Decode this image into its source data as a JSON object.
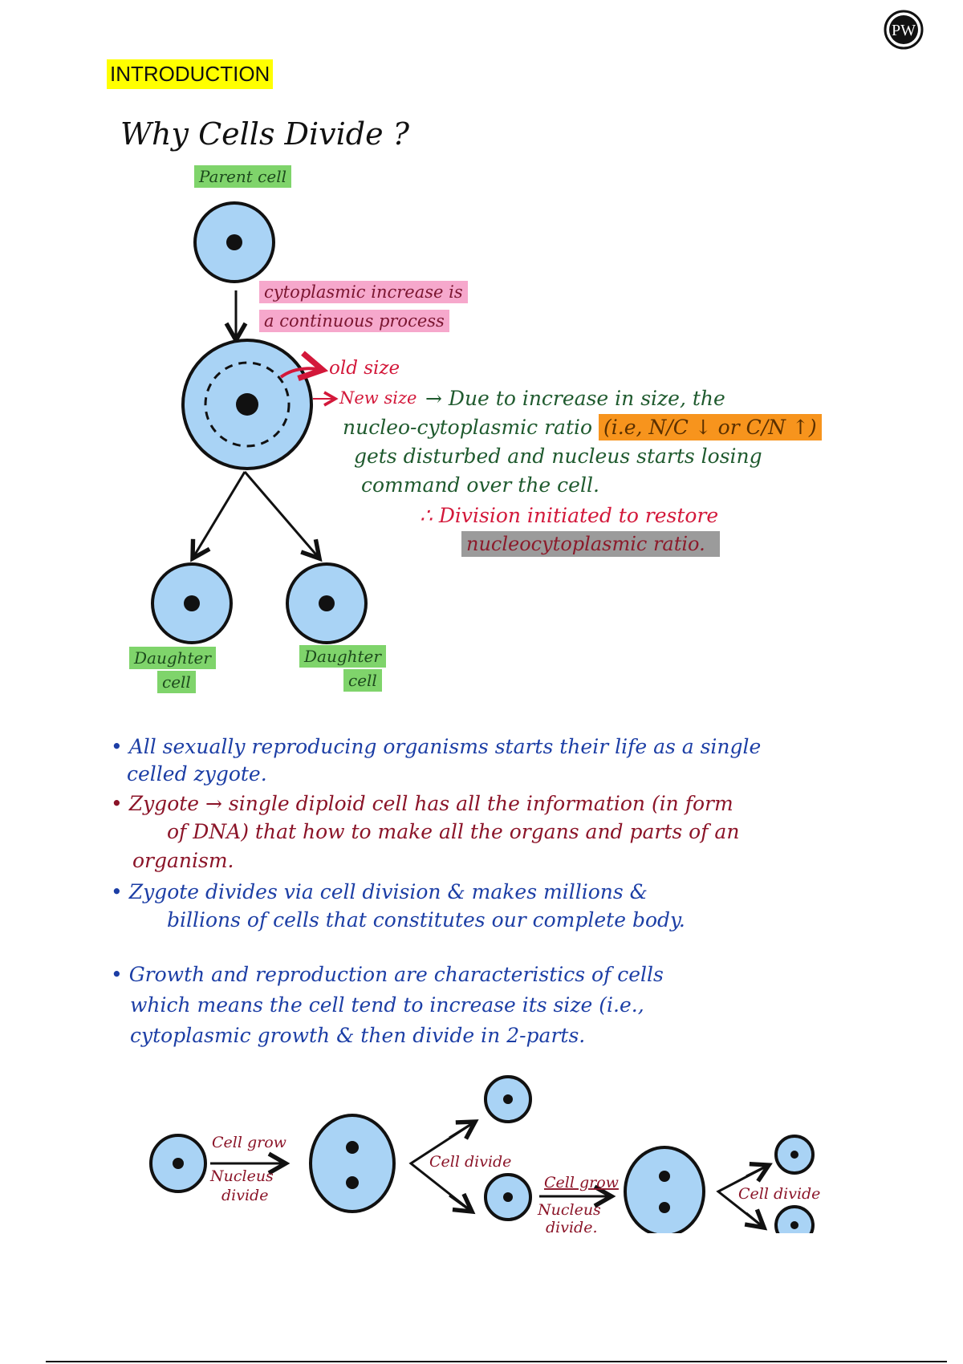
{
  "logo": {
    "text": "PW"
  },
  "section_title": "INTRODUCTION",
  "heading": "Why Cells Divide ?",
  "diagram": {
    "parent_label": "Parent cell",
    "cytoplasm_note": [
      "cytoplasmic increase is",
      "a continuous process"
    ],
    "old_size": "old size",
    "new_size": "New size",
    "explanation_first": "→ Due to increase in size, the",
    "explanation_line2": "nucleo-cytoplasmic ratio",
    "ratio_highlight": "(i.e, N/C ↓ or C/N ↑)",
    "explanation_line3": "gets disturbed and nucleus starts losing",
    "explanation_line4": "command over the cell.",
    "conclusion_line1": "∴ Division initiated to restore",
    "conclusion_line2": "nucleocytoplasmic ratio.",
    "daughter_left": [
      "Daughter",
      "cell"
    ],
    "daughter_right": [
      "Daughter",
      "cell"
    ]
  },
  "bullets": [
    {
      "color": "#1c3ea5",
      "lines": [
        "• All sexually reproducing organisms starts their life as a single",
        "celled zygote."
      ]
    },
    {
      "color": "#8b1428",
      "lines": [
        "• Zygote → single diploid cell has all the information (in form",
        "of DNA) that how to make all the organs and parts of an",
        "organism."
      ]
    },
    {
      "color": "#1c3ea5",
      "lines": [
        "• Zygote divides via cell division & makes millions &",
        "billions of cells that constitutes our complete body."
      ]
    },
    {
      "color": "#1c3ea5",
      "lines": [
        "• Growth and reproduction are characteristics of cells",
        "which means the cell tend to increase its size (i.e.,",
        "cytoplasmic growth & then divide in 2-parts."
      ]
    }
  ],
  "cycle_diagram": {
    "grow_label": "Cell grow",
    "nucleus_label": [
      "Nucleus",
      "divide"
    ],
    "divide_label": "Cell divide",
    "grow_label_2": "Cell grow",
    "nucleus_label_2": [
      "Nucleus",
      "divide."
    ],
    "divide_label_2": "Cell divide"
  },
  "colors": {
    "cell_fill": "#a9d3f5",
    "highlight_yellow": "#ffff00",
    "highlight_green": "#7fd46b",
    "highlight_pink": "#f6a8cc",
    "highlight_orange": "#f7941d"
  }
}
